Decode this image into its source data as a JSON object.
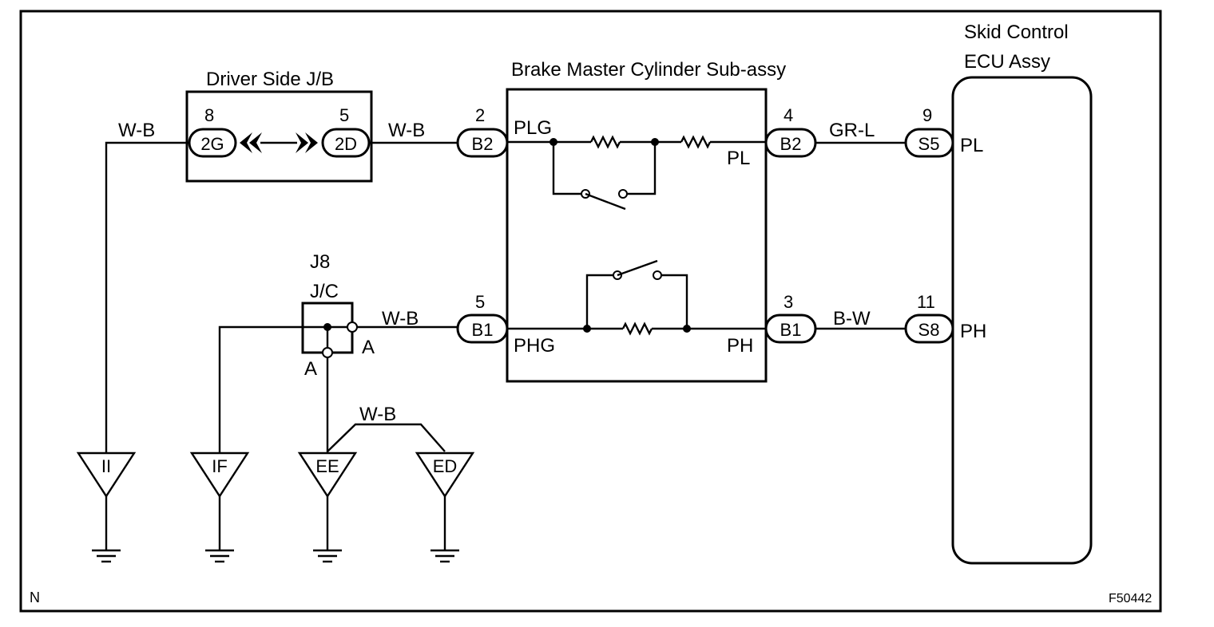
{
  "figure_id": "F50442",
  "corner_label": "N",
  "components": {
    "driver_jb": {
      "title": "Driver Side J/B",
      "left_pin": "8",
      "left_conn": "2G",
      "right_pin": "5",
      "right_conn": "2D"
    },
    "master_cylinder": {
      "title": "Brake Master Cylinder Sub-assy",
      "in_top_pin": "2",
      "in_top_conn": "B2",
      "in_bot_pin": "5",
      "in_bot_conn": "B1",
      "term_plg": "PLG",
      "term_pl": "PL",
      "term_phg": "PHG",
      "term_ph": "PH",
      "out_top_pin": "4",
      "out_top_conn": "B2",
      "out_bot_pin": "3",
      "out_bot_conn": "B1"
    },
    "junction": {
      "id": "J8",
      "type": "J/C",
      "right_terminal": "A",
      "bottom_terminal": "A"
    },
    "ecu": {
      "title_line1": "Skid Control",
      "title_line2": "ECU Assy",
      "top_pin": "9",
      "top_conn": "S5",
      "top_term": "PL",
      "bot_pin": "11",
      "bot_conn": "S8",
      "bot_term": "PH"
    }
  },
  "wires": {
    "left_vertical": "W-B",
    "jb_to_mc": "W-B",
    "jc_to_mc": "W-B",
    "mc_to_ecu_top": "GR-L",
    "mc_to_ecu_bottom": "B-W",
    "ee_to_ed": "W-B"
  },
  "grounds": [
    {
      "label": "II"
    },
    {
      "label": "IF"
    },
    {
      "label": "EE"
    },
    {
      "label": "ED"
    }
  ]
}
